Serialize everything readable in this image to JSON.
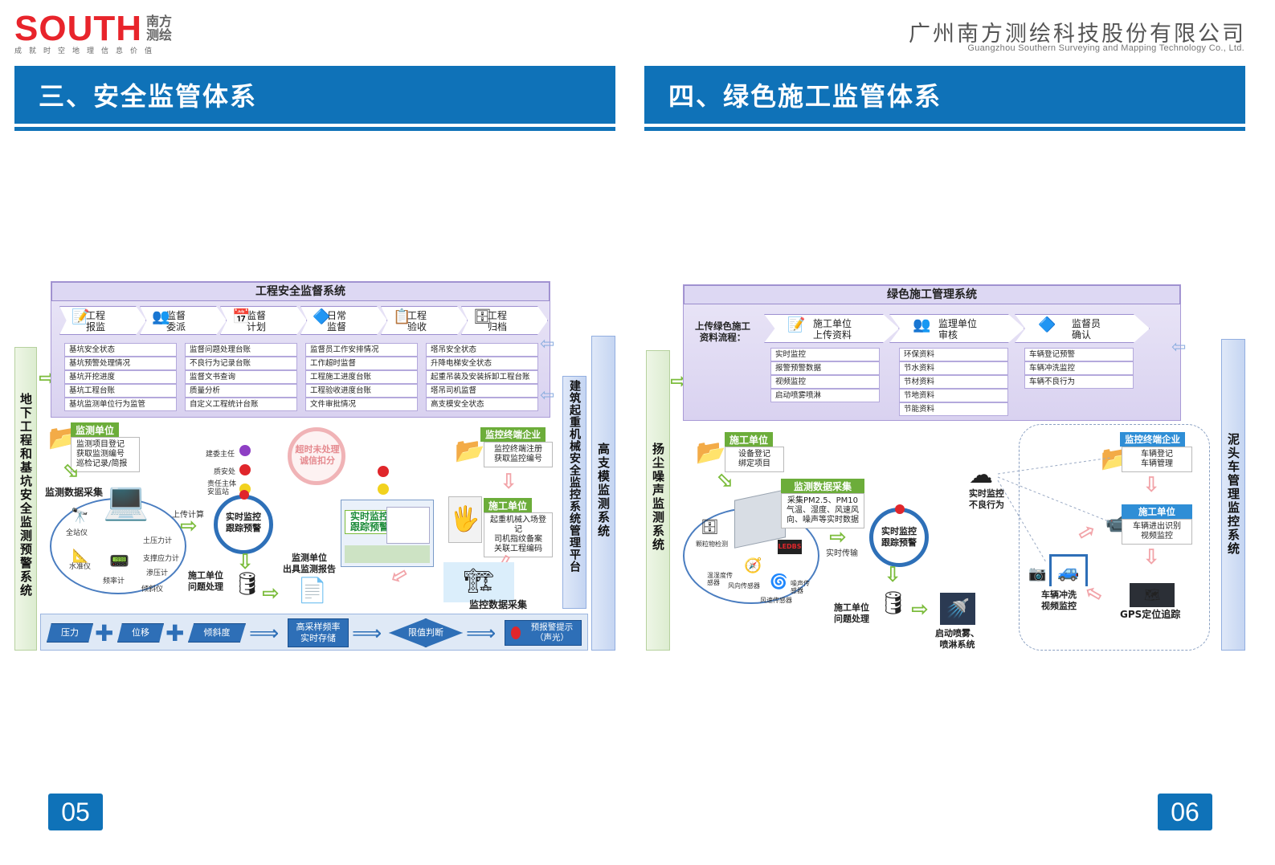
{
  "header": {
    "logo": "SOUTH",
    "logo_cn": "南方测绘",
    "logo_slogan": "成就时空地理信息价值",
    "company_cn": "广州南方测绘科技股份有限公司",
    "company_en": "Guangzhou Southern Surveying and Mapping Technology Co., Ltd."
  },
  "left": {
    "section_title": "三、安全监管体系",
    "page_number": "05",
    "system_title": "工程安全监督系统",
    "steps": [
      {
        "line1": "工程",
        "line2": "报监"
      },
      {
        "line1": "监督",
        "line2": "委派"
      },
      {
        "line1": "监督",
        "line2": "计划"
      },
      {
        "line1": "日常",
        "line2": "监督"
      },
      {
        "line1": "工程",
        "line2": "验收"
      },
      {
        "line1": "工程",
        "line2": "归档"
      }
    ],
    "table_cols": [
      [
        "基坑安全状态",
        "基坑预警处理情况",
        "基坑开挖进度",
        "基坑工程台账",
        "基坑监测单位行为监管"
      ],
      [
        "监督问题处理台账",
        "不良行为记录台账",
        "监督文书查询",
        "质量分析",
        "自定义工程统计台账"
      ],
      [
        "监督员工作安排情况",
        "工作超时监督",
        "工程施工进度台账",
        "工程验收进度台账",
        "文件审批情况"
      ],
      [
        "塔吊安全状态",
        "升降电梯安全状态",
        "起重吊装及安装拆卸工程台账",
        "塔吊司机监督",
        "高支模安全状态"
      ]
    ],
    "left_vertical": "地下工程和基坑安全监测预警系统",
    "right_vertical_1": "建筑起重机械安全监控系统管理平台",
    "right_vertical_2": "高支模监测系统",
    "monitor_unit": {
      "tag": "监测单位",
      "lines": [
        "监测项目登记",
        "获取监测编号",
        "巡检记录/简报"
      ]
    },
    "data_collect": "监测数据采集",
    "instruments": [
      "全站仪",
      "水准仪",
      "频率计",
      "土压力计",
      "支撑应力计",
      "渗压计",
      "倾斜仪"
    ],
    "upload_calc": "上传计算",
    "responsibility": [
      "建委主任",
      "质安处",
      "责任主体安监站"
    ],
    "overtime": [
      "超时未处理",
      "诚信扣分"
    ],
    "realtime": [
      "实时监控",
      "跟踪预警"
    ],
    "construction_handle": [
      "施工单位",
      "问题处理"
    ],
    "report": [
      "监测单位",
      "出具监测报告"
    ],
    "screen_label": [
      "实时监控",
      "跟踪预警"
    ],
    "terminal": {
      "tag": "监控终端企业",
      "lines": [
        "监控终端注册",
        "获取监控编号"
      ]
    },
    "construction_unit": {
      "tag": "施工单位",
      "lines": [
        "起重机械入场登记",
        "司机指纹备案",
        "关联工程编码"
      ]
    },
    "monitor_collect": "监控数据采集",
    "flow": [
      "压力",
      "位移",
      "倾斜度",
      "高采样频率",
      "实时存储",
      "限值判断",
      "预报警提示（声光）"
    ]
  },
  "right": {
    "section_title": "四、绿色施工监管体系",
    "page_number": "06",
    "system_title": "绿色施工管理系统",
    "upload_flow": [
      "上传绿色施工",
      "资料流程："
    ],
    "steps": [
      {
        "line1": "施工单位",
        "line2": "上传资料"
      },
      {
        "line1": "监理单位",
        "line2": "审核"
      },
      {
        "line1": "监督员",
        "line2": "确认"
      }
    ],
    "table_cols": [
      [
        "实时监控",
        "报警预警数据",
        "视频监控",
        "启动喷雾喷淋"
      ],
      [
        "环保资料",
        "节水资料",
        "节材资料",
        "节地资料",
        "节能资料"
      ],
      [
        "车辆登记预警",
        "车辆冲洗监控",
        "车辆不良行为"
      ]
    ],
    "left_vertical": "扬尘噪声监测系统",
    "right_vertical": "泥头车管理监控系统",
    "construction_unit": {
      "tag": "施工单位",
      "lines": [
        "设备登记",
        "绑定项目"
      ]
    },
    "data_collect": {
      "tag": "监测数据采集",
      "lines": [
        "采集PM2.5、PM10",
        "气温、湿度、风速风",
        "向、噪声等实时数据"
      ]
    },
    "sensors": [
      "颗粒物检测",
      "温湿度传感器",
      "风向传感器",
      "风速传感器",
      "噪声传感器"
    ],
    "led": "LEDBS",
    "realtime_transfer": "实时传输",
    "realtime": [
      "实时监控",
      "跟踪预警"
    ],
    "construction_handle": [
      "施工单位",
      "问题处理"
    ],
    "spray": [
      "启动喷雾、",
      "喷淋系统"
    ],
    "cloud": [
      "实时监控",
      "不良行为"
    ],
    "terminal": {
      "tag": "监控终端企业",
      "lines": [
        "车辆登记",
        "车辆管理"
      ]
    },
    "exit_unit": {
      "tag": "施工单位",
      "lines": [
        "车辆进出识别",
        "视频监控"
      ]
    },
    "wash": [
      "车辆冲洗",
      "视频监控"
    ],
    "gps": "GPS定位追踪"
  }
}
